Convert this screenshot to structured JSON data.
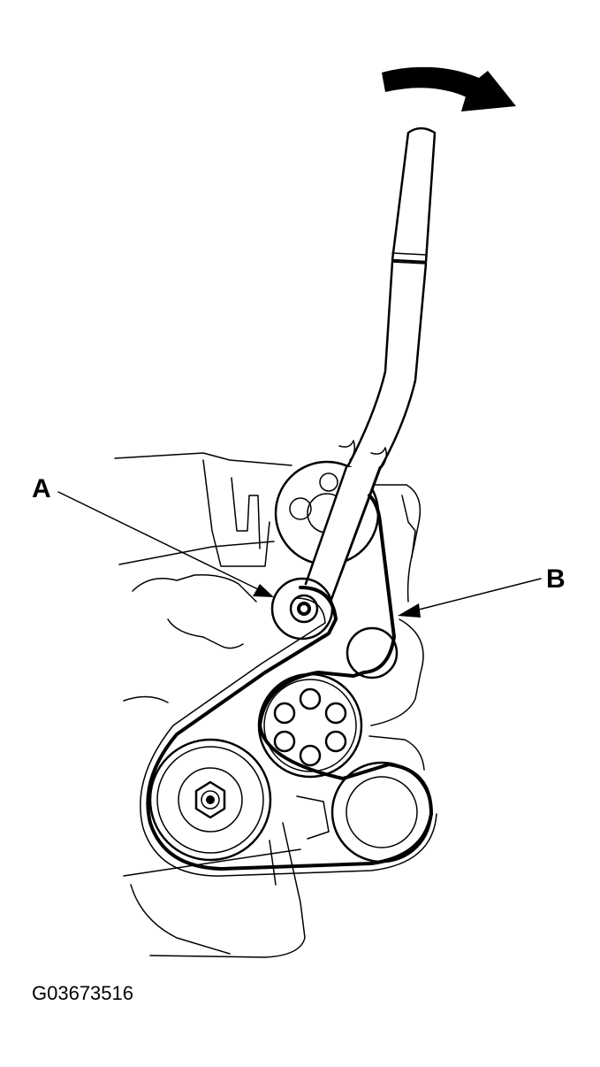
{
  "labels": {
    "a": "A",
    "b": "B"
  },
  "figure_code": "G03673516",
  "colors": {
    "ink": "#000000",
    "paper": "#ffffff"
  }
}
